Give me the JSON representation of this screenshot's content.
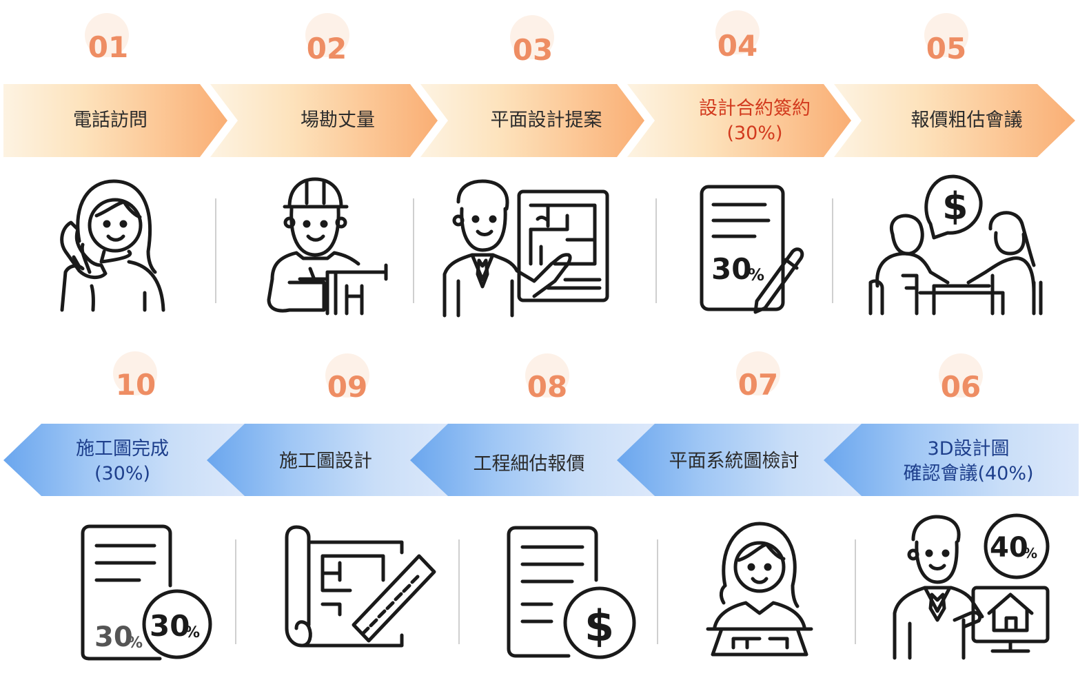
{
  "steps": [
    {
      "num": "01",
      "label": [
        "電話訪問"
      ],
      "icon": "phone-call-woman-icon"
    },
    {
      "num": "02",
      "label": [
        "場勘丈量"
      ],
      "icon": "construction-worker-measuring-icon"
    },
    {
      "num": "03",
      "label": [
        "平面設計提案"
      ],
      "icon": "designer-presenting-floorplan-icon"
    },
    {
      "num": "04",
      "label": [
        "設計合約簽約",
        "(30%)"
      ],
      "icon": "contract-signing-30-icon"
    },
    {
      "num": "05",
      "label": [
        "報價粗估會議"
      ],
      "icon": "meeting-quote-dollar-icon"
    },
    {
      "num": "06",
      "label": [
        "3D設計圖",
        "確認會議(40%)"
      ],
      "icon": "3d-design-confirm-40-icon"
    },
    {
      "num": "07",
      "label": [
        "平面系統圖檢討"
      ],
      "icon": "woman-reviewing-plan-icon"
    },
    {
      "num": "08",
      "label": [
        "工程細估報價"
      ],
      "icon": "detailed-quote-dollar-icon"
    },
    {
      "num": "09",
      "label": [
        "施工圖設計"
      ],
      "icon": "blueprint-ruler-icon"
    },
    {
      "num": "10",
      "label": [
        "施工圖完成",
        "(30%)"
      ],
      "icon": "construction-drawing-done-30-icon"
    }
  ],
  "icon_text": {
    "pct_30": "30",
    "pct_40": "40",
    "pct_sign": "%",
    "dollar": "$"
  },
  "colors": {
    "number": "#ee8d63",
    "number_circle": "#fdf1e8",
    "top_arrows": [
      "#fdeed8",
      "#fde5c4",
      "#fcd7ae",
      "#fbc494",
      "#f9b27b"
    ],
    "bottom_arrows": [
      "#6faaf0",
      "#93bff4",
      "#b3d2f6",
      "#cadff8",
      "#dbe8fa"
    ],
    "highlight_red": "#d23a1e",
    "highlight_blue": "#1e3f8c",
    "icon_stroke": "#1a1a1a",
    "divider": "#cfcfcf"
  }
}
